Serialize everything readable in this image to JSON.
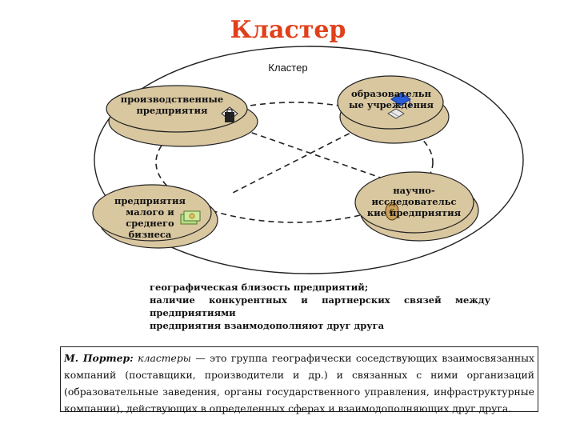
{
  "title": "Кластер",
  "diagram": {
    "outer_label": "Кластер",
    "nodes": {
      "production": [
        "производственные",
        "предприятия"
      ],
      "education": [
        "образовательн",
        "ые учреждения"
      ],
      "sme": [
        "предприятия",
        "малого и",
        "среднего",
        "бизнеса"
      ],
      "research": [
        "научно-",
        "исследовательс",
        "кие предприятия"
      ]
    },
    "icons": [
      "briefcase-icon",
      "graduation-cap-icon",
      "money-stack-icon",
      "research-flask-icon"
    ]
  },
  "features": {
    "line1": "географическая близость предприятий;",
    "line2_words": [
      "наличие",
      "конкурентных",
      "и",
      "партнерских",
      "связей",
      "между"
    ],
    "line3": "предприятиями",
    "line4": "предприятия взаимодополняют друг друга"
  },
  "definition": {
    "author": "М. Портер:",
    "term": "кластеры",
    "text": " — это группа географически соседствующих взаимосвязанных компаний (поставщики, производители и др.) и связанных с ними организаций (образовательные заведения, органы государственного управления, инфраструктурные компании), действующих в определенных сферах и взаимодополняющих друг друга."
  },
  "colors": {
    "title": "#e0401a",
    "node_fill": "#d9c7a0",
    "node_stroke": "#222222"
  }
}
